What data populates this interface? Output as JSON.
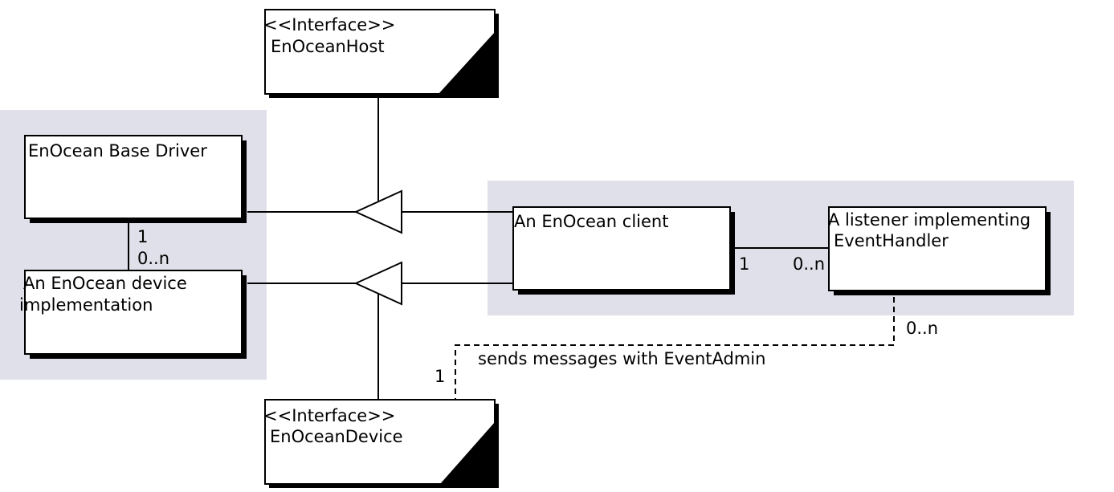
{
  "colors": {
    "group_background": "#e0e0ea",
    "box_fill": "#ffffff",
    "stroke": "#000000",
    "shadow": "#000000"
  },
  "interfaces": {
    "host": {
      "stereotype": "<<Interface>>",
      "name": "EnOceanHost"
    },
    "device": {
      "stereotype": "<<Interface>>",
      "name": "EnOceanDevice"
    }
  },
  "classes": {
    "base_driver": {
      "line1": "EnOcean Base Driver"
    },
    "device_impl": {
      "line1": "An EnOcean device",
      "line2": "implementation"
    },
    "client": {
      "line1": "An EnOcean client"
    },
    "listener": {
      "line1": "A listener implementing",
      "line2": "EventHandler"
    }
  },
  "multiplicities": {
    "driver_one": "1",
    "device_many": "0..n",
    "client_one": "1",
    "listener_many": "0..n",
    "listener_event_many": "0..n",
    "device_event_one": "1"
  },
  "connectors": {
    "event_label": "sends messages with EventAdmin"
  }
}
